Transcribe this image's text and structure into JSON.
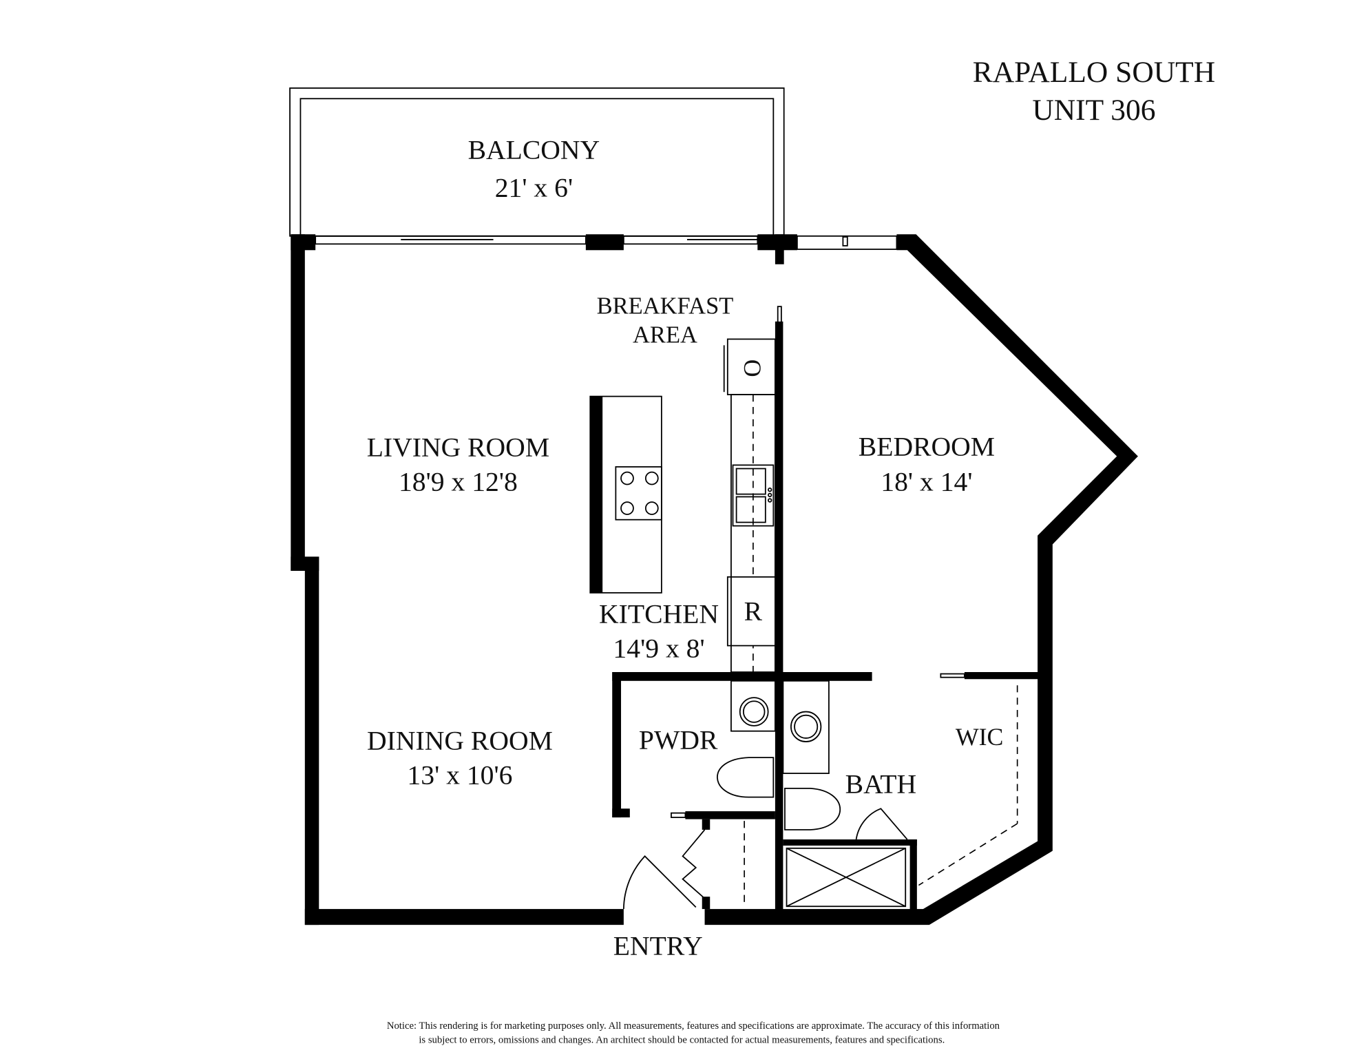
{
  "title": {
    "line1": "RAPALLO SOUTH",
    "line2": "UNIT 306"
  },
  "rooms": {
    "balcony": {
      "name": "BALCONY",
      "size": "21' x 6'"
    },
    "breakfast": {
      "line1": "BREAKFAST",
      "line2": "AREA"
    },
    "living": {
      "name": "LIVING ROOM",
      "size": "18'9 x 12'8"
    },
    "kitchen": {
      "name": "KITCHEN",
      "size": "14'9 x 8'"
    },
    "bedroom": {
      "name": "BEDROOM",
      "size": "18' x 14'"
    },
    "dining": {
      "name": "DINING ROOM",
      "size": "13' x 10'6"
    },
    "powder": {
      "name": "PWDR"
    },
    "bath": {
      "name": "BATH"
    },
    "wic": {
      "name": "WIC"
    },
    "entry": {
      "name": "ENTRY"
    }
  },
  "appliances": {
    "oven": "O",
    "refrigerator": "R"
  },
  "notice": {
    "line1": "Notice: This rendering is for marketing purposes only. All measurements, features and specifications are approximate. The accuracy of this information",
    "line2": "is subject to errors, omissions and changes. An architect should be contacted for actual measurements, features and specifications."
  }
}
